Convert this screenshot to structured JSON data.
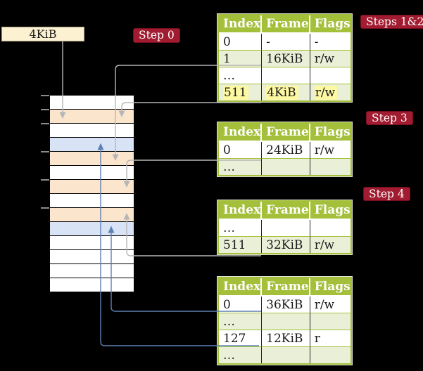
{
  "colors": {
    "background": "#000000",
    "table_header_bg": "#a4bf3a",
    "table_border": "#a4bf3a",
    "table_shaded_row": "#eaf0d8",
    "highlight": "#fdf8a2",
    "frame_box_bg": "#fcf1d0",
    "memory_white": "#ffffff",
    "memory_peach": "#fce5cd",
    "memory_blue": "#d8e4f6",
    "badge_bg": "#a11c30",
    "gray_line": "#b6b6b6",
    "blue_line": "#5f80b2"
  },
  "frame_box": {
    "label": "4KiB"
  },
  "badges": {
    "step0": "Step 0",
    "steps12": "Steps 1&2",
    "step3": "Step 3",
    "step4": "Step 4"
  },
  "tables": [
    {
      "id": "page-table-steps-1-2",
      "headers": [
        "Index",
        "Frame",
        "Flags"
      ],
      "rows": [
        [
          "0",
          "-",
          "-"
        ],
        [
          "1",
          "16KiB",
          "r/w"
        ],
        [
          "…",
          "",
          ""
        ],
        [
          "511",
          "4KiB",
          "r/w"
        ]
      ],
      "highlighted_row_index": 3
    },
    {
      "id": "page-table-step-3",
      "headers": [
        "Index",
        "Frame",
        "Flags"
      ],
      "rows": [
        [
          "0",
          "24KiB",
          "r/w"
        ],
        [
          "…",
          "",
          ""
        ]
      ]
    },
    {
      "id": "page-table-step-4",
      "headers": [
        "Index",
        "Frame",
        "Flags"
      ],
      "rows": [
        [
          "…",
          "",
          ""
        ],
        [
          "511",
          "32KiB",
          "r/w"
        ]
      ]
    },
    {
      "id": "page-table-final",
      "headers": [
        "Index",
        "Frame",
        "Flags"
      ],
      "rows": [
        [
          "0",
          "36KiB",
          "r/w"
        ],
        [
          "…",
          "",
          ""
        ],
        [
          "127",
          "12KiB",
          "r"
        ],
        [
          "…",
          "",
          ""
        ]
      ]
    }
  ],
  "memory": {
    "rows": [
      "white",
      "peach",
      "white",
      "blue",
      "peach",
      "white",
      "peach",
      "white",
      "peach",
      "blue",
      "white",
      "white",
      "white",
      "white"
    ]
  }
}
